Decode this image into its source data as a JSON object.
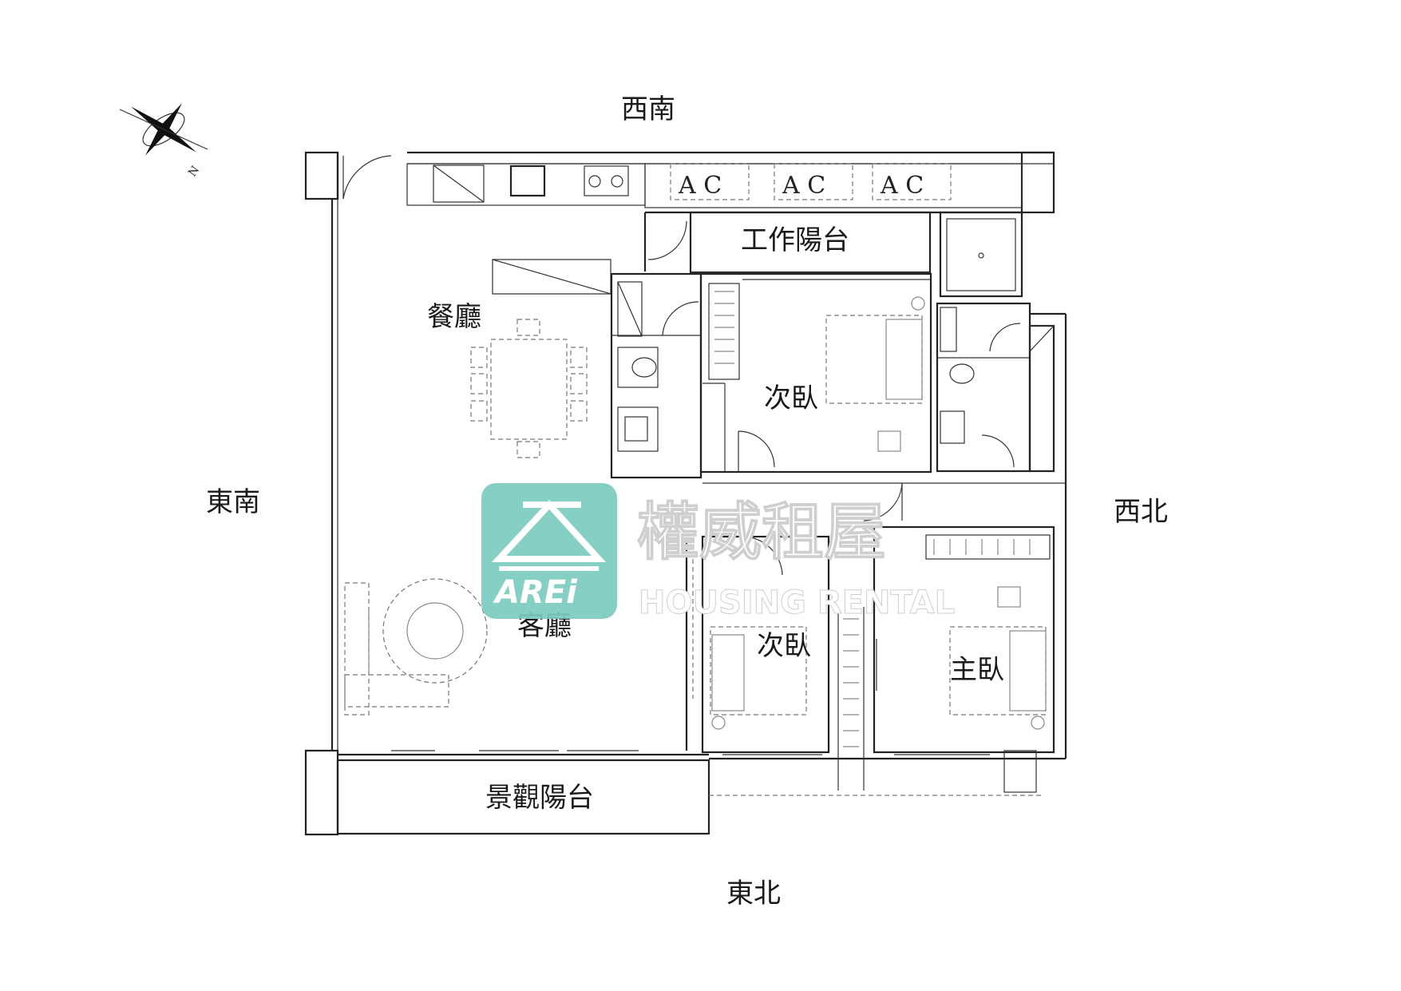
{
  "directions": {
    "top": "西南",
    "left": "東南",
    "right": "西北",
    "bottom": "東北"
  },
  "compass": {
    "label": "N"
  },
  "rooms": {
    "utility_balcony": "工作陽台",
    "dining": "餐廳",
    "bedroom_2_top": "次臥",
    "living": "客廳",
    "bedroom_2_bottom": "次臥",
    "master_bedroom": "主臥",
    "view_balcony": "景觀陽台"
  },
  "ac_units": [
    "A C",
    "A C",
    "A C"
  ],
  "watermark": {
    "brand": "AREi",
    "chinese_name": "權威租屋",
    "english_name": "HOUSING RENTAL",
    "brand_color": "#7ccbbf"
  }
}
